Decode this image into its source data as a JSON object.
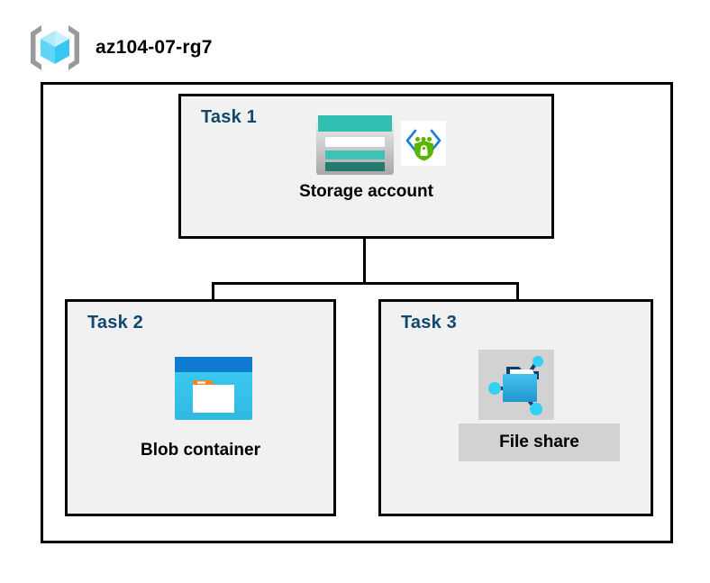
{
  "header": {
    "icon": "resource-group-cube-icon",
    "title": "az104-07-rg7"
  },
  "diagram": {
    "type": "azure-architecture-diagram",
    "container_name": "resource-group-boundary",
    "colors": {
      "box_fill": "#f1f1f1",
      "box_border": "#000000",
      "task_label": "#10486E",
      "node_label": "#000000",
      "highlight": "#d2d2d2",
      "storage_teal": "#31bfb1",
      "storage_teal_dark": "#24796f",
      "blob_blue": "#0f7cd1",
      "blob_cyan": "#32c3f0",
      "blob_orange": "#ef8523",
      "fileshare_blue": "#30b3e8",
      "node_cyan": "#32d2f5",
      "shield_green": "#5cb300",
      "bracket_blue": "#1a7fd4",
      "cube_cyan": "#8fe4fb",
      "bracket_gray": "#9a9a9a"
    },
    "tasks": [
      {
        "id": "task-1",
        "label": "Task 1",
        "node_label": "Storage account",
        "icons": [
          "storage-account-icon",
          "private-endpoint-secure-icon"
        ],
        "highlighted": false
      },
      {
        "id": "task-2",
        "label": "Task 2",
        "node_label": "Blob container",
        "icons": [
          "blob-container-icon"
        ],
        "highlighted": false
      },
      {
        "id": "task-3",
        "label": "Task 3",
        "node_label": "File share",
        "icons": [
          "file-share-icon"
        ],
        "highlighted": true
      }
    ],
    "connections": [
      {
        "from": "task-1",
        "to": "task-2",
        "style": "elbow"
      },
      {
        "from": "task-1",
        "to": "task-3",
        "style": "elbow"
      }
    ]
  }
}
